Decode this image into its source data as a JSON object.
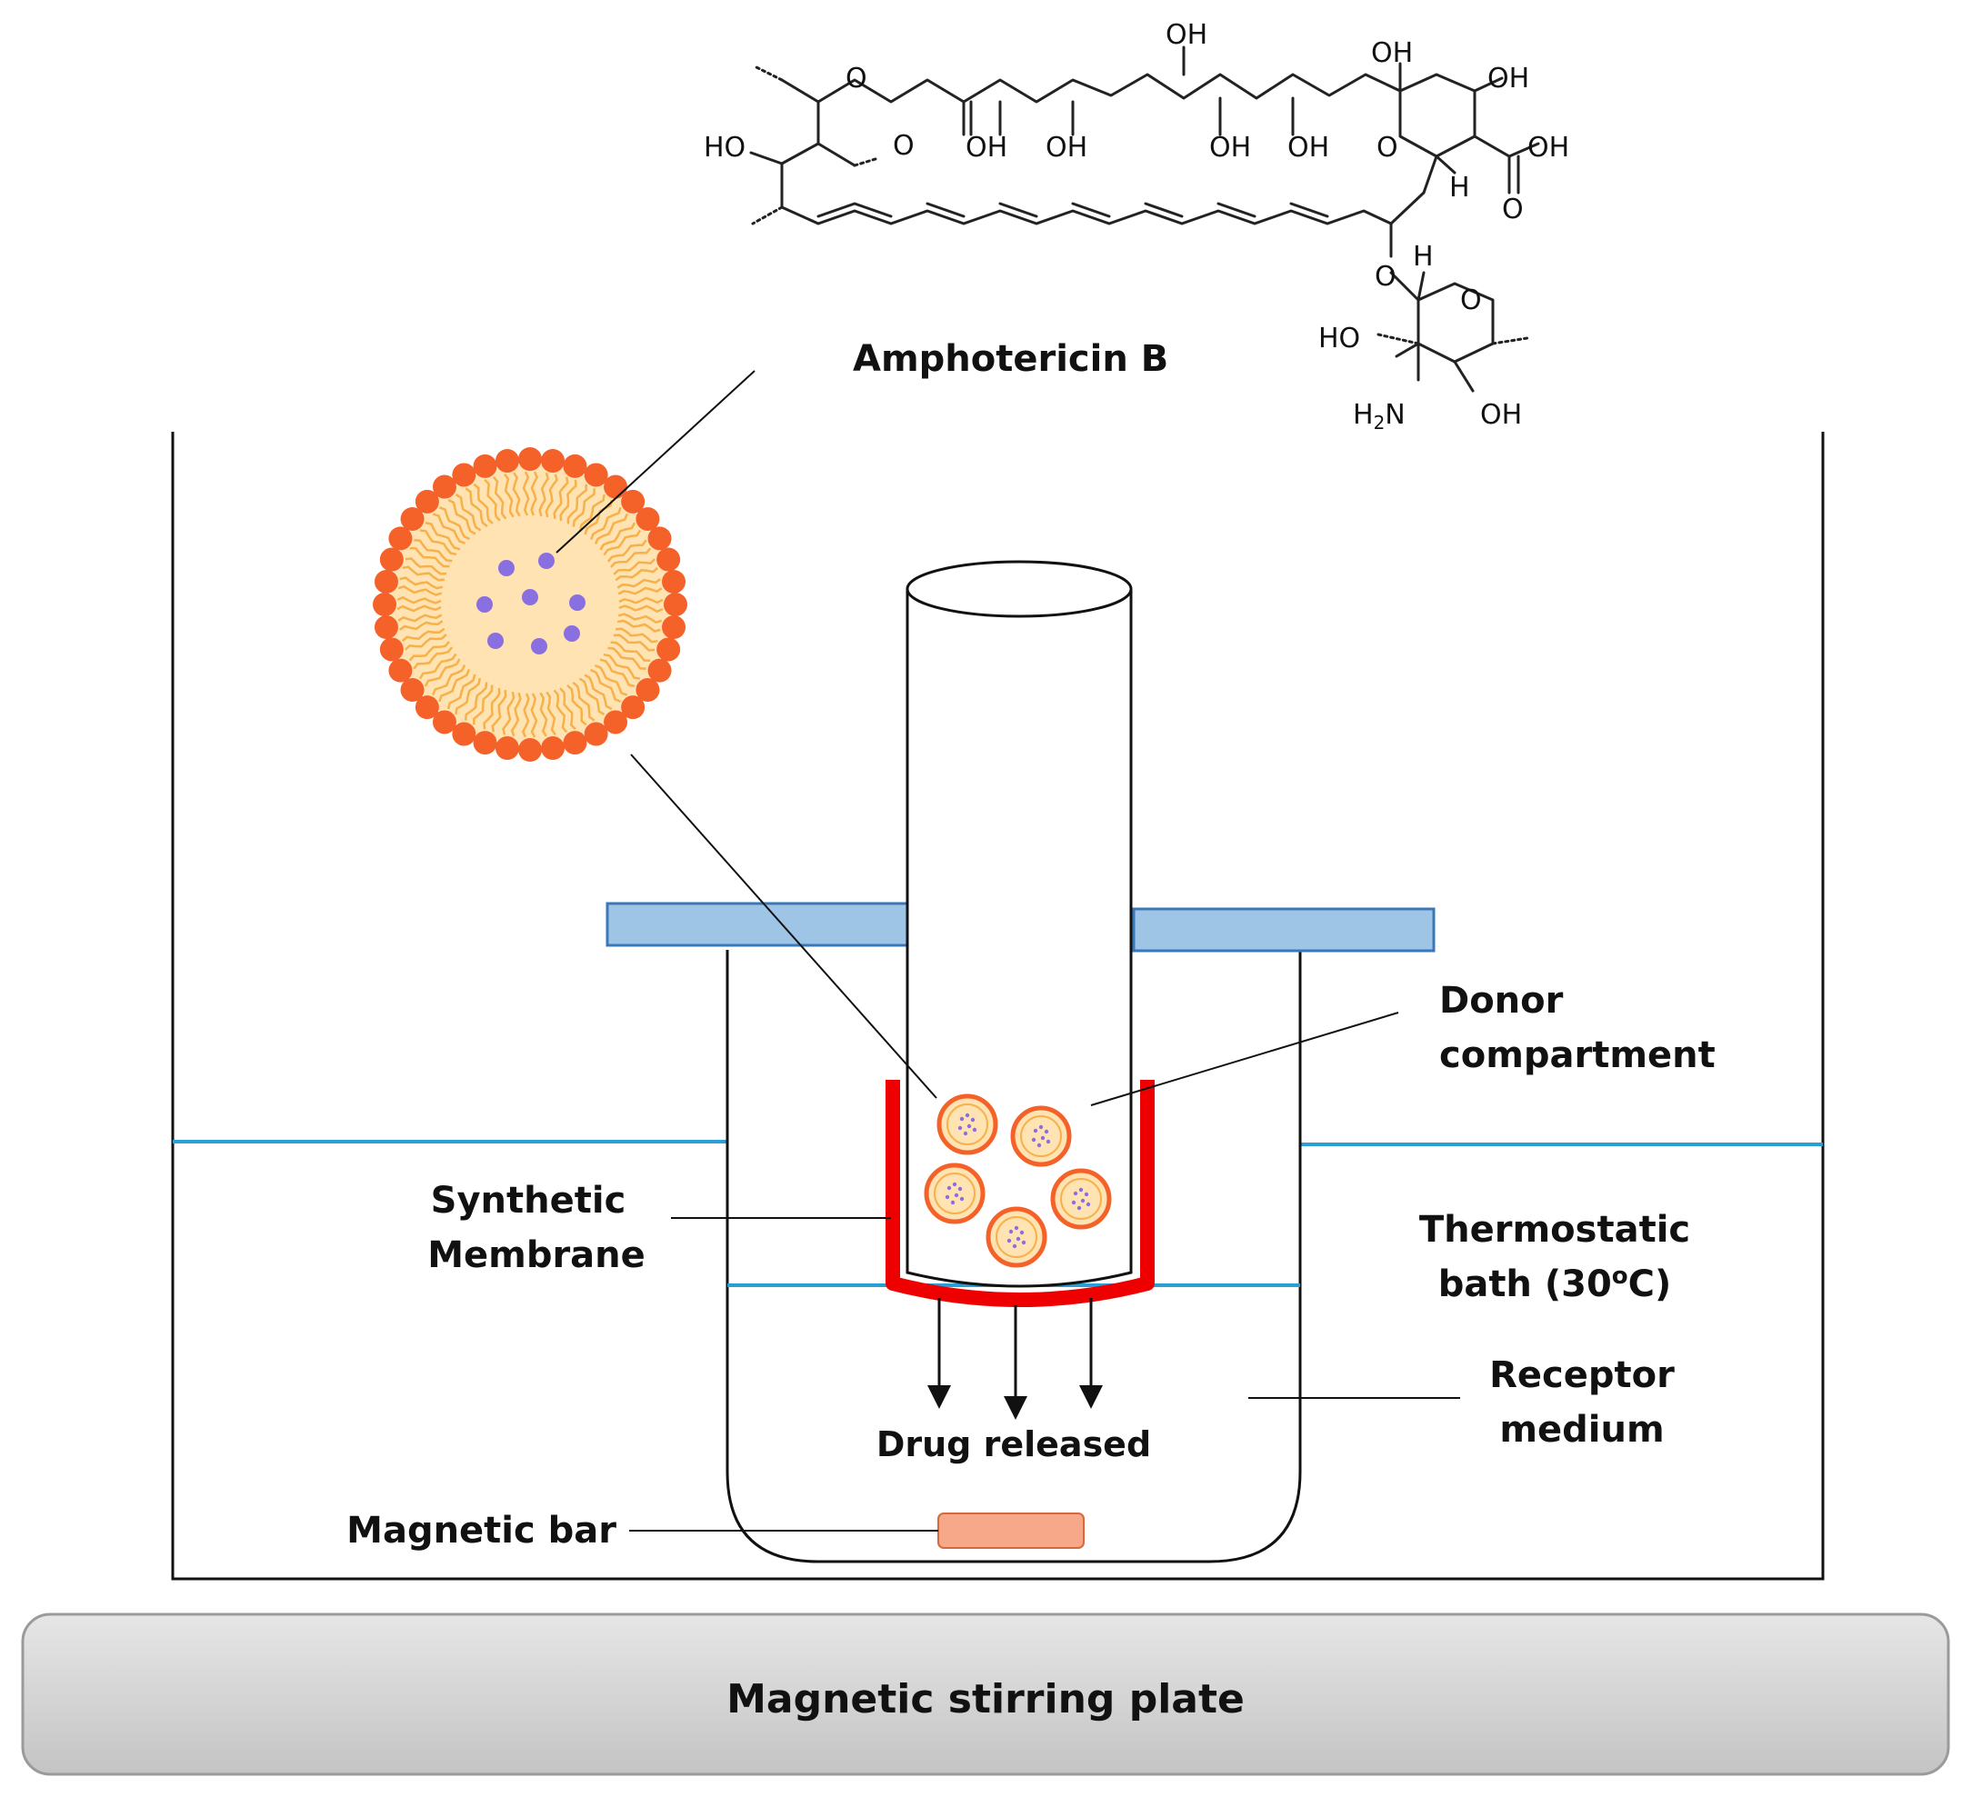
{
  "molecule": {
    "name": "Amphotericin B",
    "atoms": {
      "oh": "OH",
      "ho": "HO",
      "o": "O",
      "h": "H",
      "h2n_h": "H",
      "h2n_sub": "2",
      "h2n_n": "N"
    }
  },
  "labels": {
    "donor_line1": "Donor",
    "donor_line2": "compartment",
    "membrane_line1": "Synthetic",
    "membrane_line2": "Membrane",
    "bath_line1": "Thermostatic",
    "bath_line2": "bath (30",
    "bath_degree": "o",
    "bath_unit": "C)",
    "receptor_line1": "Receptor",
    "receptor_line2": "medium",
    "drug_released": "Drug released",
    "magnetic_bar": "Magnetic bar",
    "stirring_plate": "Magnetic stirring plate"
  },
  "colors": {
    "membrane": "#ee0000",
    "holder_fill": "#9ec4e6",
    "holder_stroke": "#3a78b8",
    "water_line": "#2a9fd6",
    "liposome_head": "#f4622a",
    "liposome_core": "#ffe3b3",
    "liposome_tail": "#f6b14a",
    "drug_dot": "#8a6fe0",
    "magnetic_bar": "#f6a888",
    "plate_fill": "#d6d6d6"
  }
}
